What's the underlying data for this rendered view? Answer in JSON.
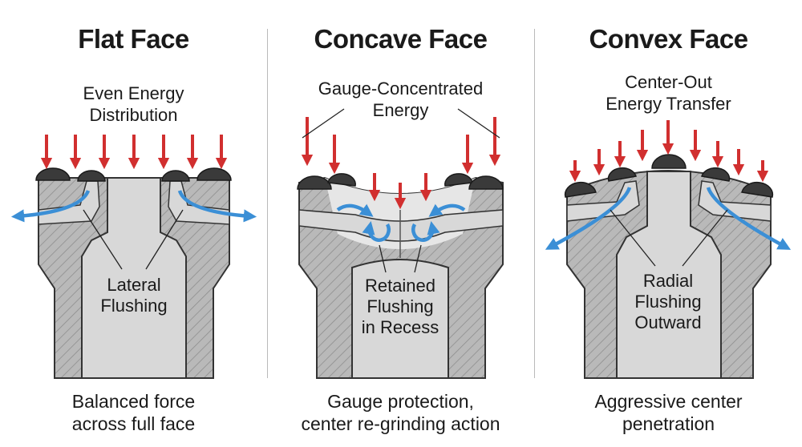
{
  "panels": [
    {
      "title": "Flat Face",
      "energy_label": [
        "Even Energy",
        "Distribution"
      ],
      "flushing_label": [
        "Lateral",
        "Flushing"
      ],
      "caption": [
        "Balanced force",
        "across full face"
      ]
    },
    {
      "title": "Concave Face",
      "energy_label": [
        "Gauge-Concentrated",
        "Energy"
      ],
      "flushing_label": [
        "Retained",
        "Flushing",
        "in Recess"
      ],
      "caption": [
        "Gauge protection,",
        "center re-grinding action"
      ]
    },
    {
      "title": "Convex Face",
      "energy_label": [
        "Center-Out",
        "Energy Transfer"
      ],
      "flushing_label": [
        "Radial",
        "Flushing",
        "Outward"
      ],
      "caption": [
        "Aggressive center",
        "penetration"
      ]
    }
  ],
  "colors": {
    "force_arrow": "#d12f2f",
    "flush_arrow": "#3b8fd6",
    "body_fill": "#b8b8b8",
    "channel_fill": "#d8d8d8",
    "button_fill": "#3a3a3a",
    "outline": "#333333",
    "divider": "#b9b9b9"
  }
}
